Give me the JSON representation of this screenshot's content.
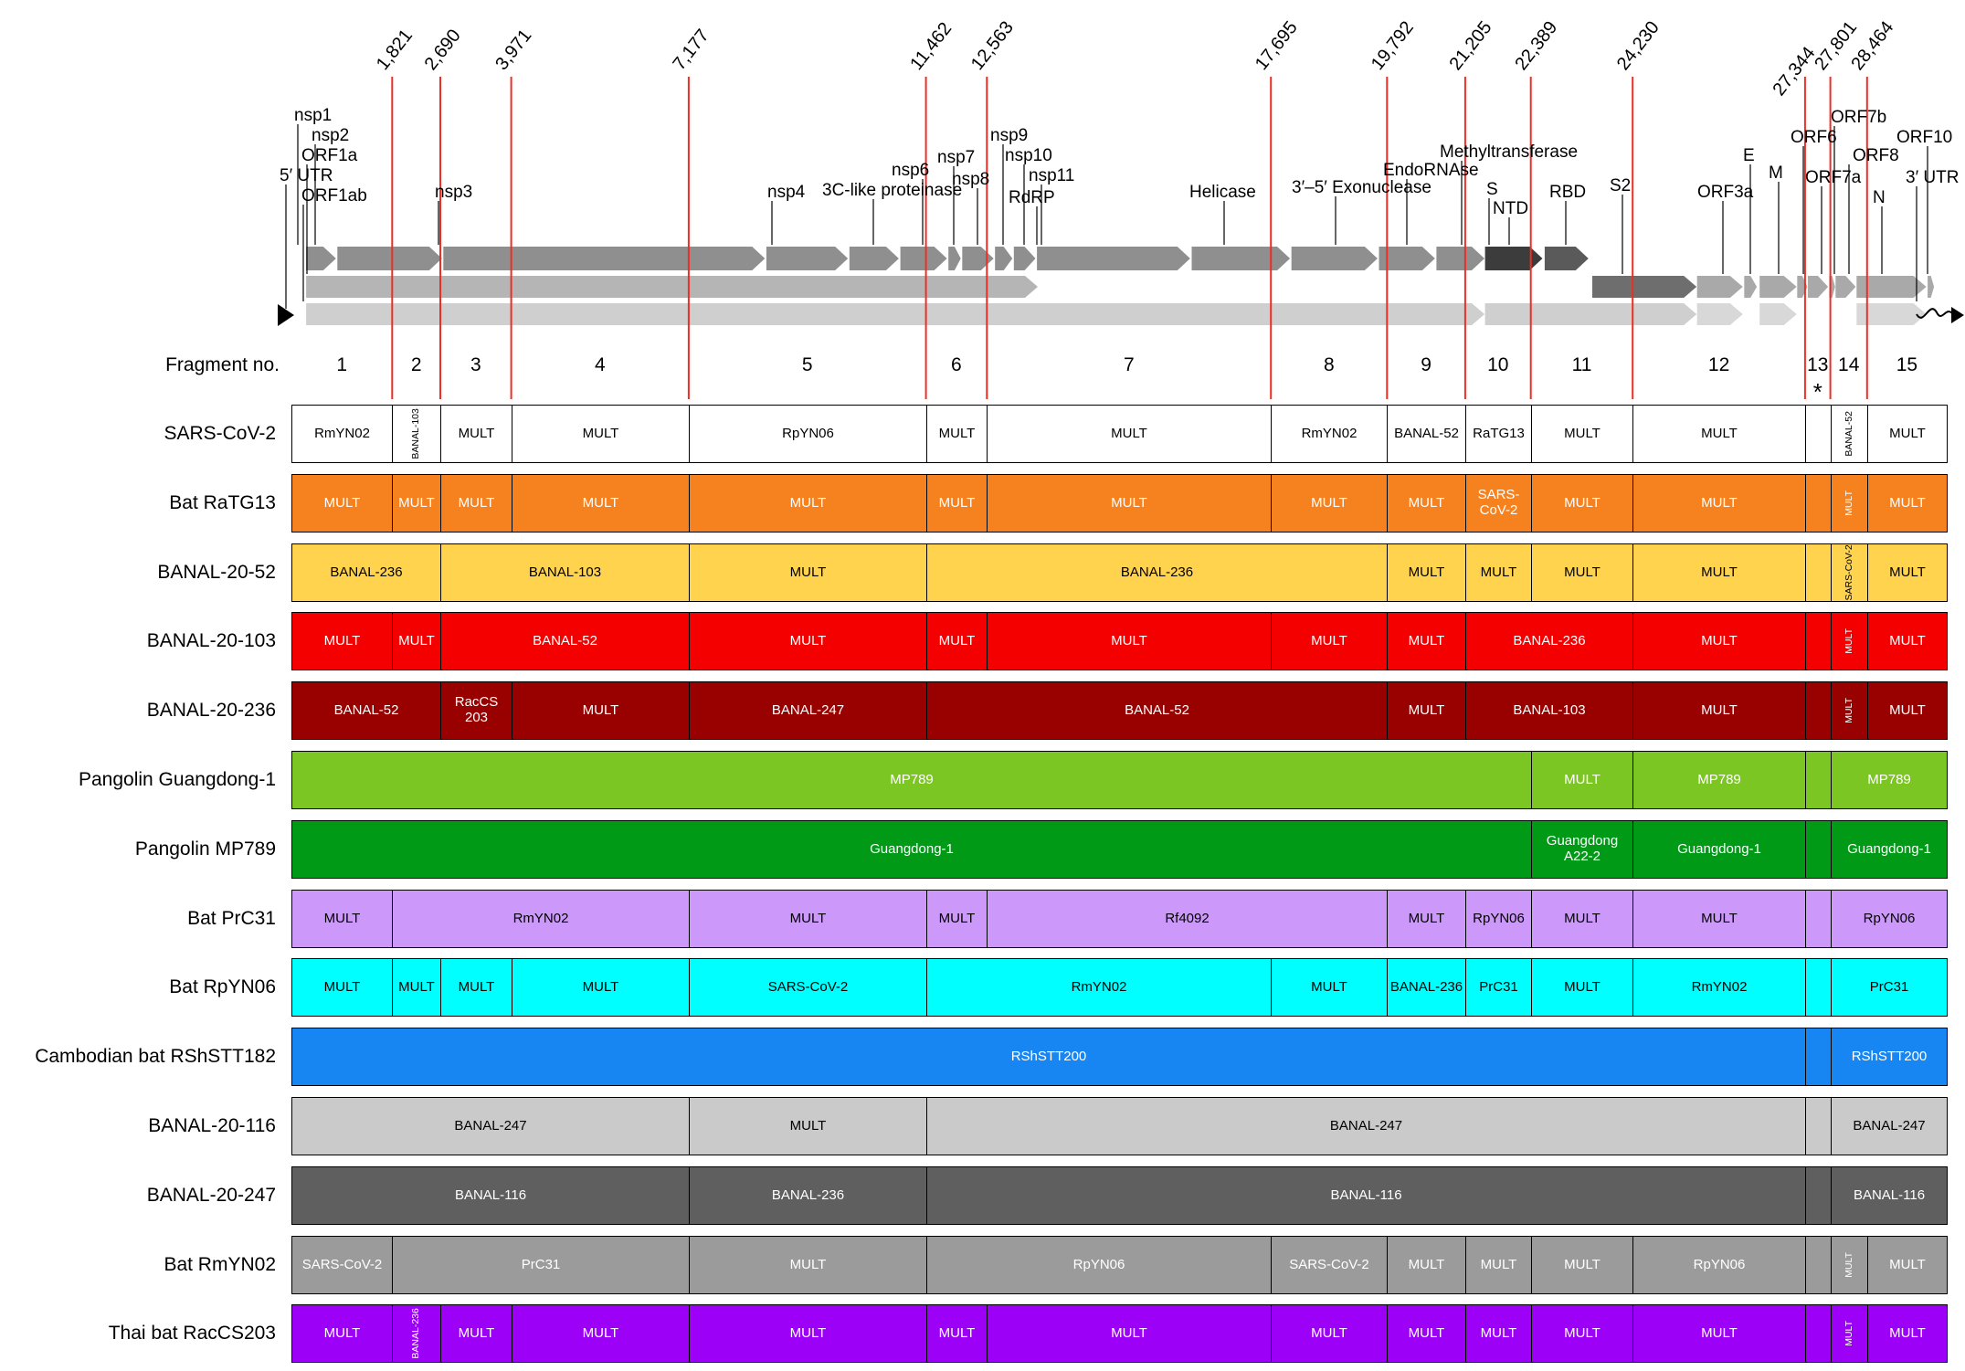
{
  "figure": {
    "fragment_row_label": "Fragment no.",
    "fragment_numbers": [
      "1",
      "2",
      "3",
      "4",
      "5",
      "6",
      "7",
      "8",
      "9",
      "10",
      "11",
      "12",
      "13",
      "14",
      "15"
    ],
    "asterisk": "*",
    "breakpoints": [
      "1,821",
      "2,690",
      "3,971",
      "7,177",
      "11,462",
      "12,563",
      "17,695",
      "19,792",
      "21,205",
      "22,389",
      "24,230",
      "27,344",
      "27,801",
      "28,464"
    ],
    "colors": {
      "breakpoint_line": "#ee2e24",
      "arrow_dark": "#8f8f8f",
      "arrow_mid": "#b5b5b5",
      "arrow_light": "#cfcfcf"
    },
    "genome_labels": [
      "nsp1",
      "nsp2",
      "ORF1a",
      "5′ UTR",
      "ORF1ab",
      "nsp3",
      "nsp4",
      "3C-like proteinase",
      "nsp6",
      "nsp7",
      "nsp8",
      "nsp9",
      "nsp10",
      "nsp11",
      "RdRP",
      "Helicase",
      "3′–5′ Exonuclease",
      "EndoRNAse",
      "Methyltransferase",
      "S",
      "NTD",
      "RBD",
      "S2",
      "ORF3a",
      "E",
      "M",
      "ORF6",
      "ORF7a",
      "ORF7b",
      "ORF8",
      "N",
      "ORF10",
      "3′ UTR"
    ],
    "rows": [
      {
        "label": "SARS-CoV-2",
        "bg": "#ffffff",
        "fg": "#000000",
        "cells": [
          {
            "t": "RmYN02",
            "a": 1,
            "b": 1
          },
          {
            "t": "BANAL-103",
            "a": 2,
            "b": 2,
            "r": 1
          },
          {
            "t": "MULT",
            "a": 3,
            "b": 3
          },
          {
            "t": "MULT",
            "a": 4,
            "b": 4
          },
          {
            "t": "RpYN06",
            "a": 5,
            "b": 5
          },
          {
            "t": "MULT",
            "a": 6,
            "b": 6
          },
          {
            "t": "MULT",
            "a": 7,
            "b": 7
          },
          {
            "t": "RmYN02",
            "a": 8,
            "b": 8
          },
          {
            "t": "BANAL-52",
            "a": 9,
            "b": 9
          },
          {
            "t": "RaTG13",
            "a": 10,
            "b": 10
          },
          {
            "t": "MULT",
            "a": 11,
            "b": 11
          },
          {
            "t": "MULT",
            "a": 12,
            "b": 12
          },
          {
            "t": "",
            "a": 13,
            "b": 13
          },
          {
            "t": "BANAL-52",
            "a": 14,
            "b": 14,
            "r": 1
          },
          {
            "t": "MULT",
            "a": 15,
            "b": 15
          }
        ]
      },
      {
        "label": "Bat RaTG13",
        "bg": "#f6821f",
        "fg": "#ffffff",
        "cells": [
          {
            "t": "MULT",
            "a": 1,
            "b": 1
          },
          {
            "t": "MULT",
            "a": 2,
            "b": 2
          },
          {
            "t": "MULT",
            "a": 3,
            "b": 3
          },
          {
            "t": "MULT",
            "a": 4,
            "b": 4
          },
          {
            "t": "MULT",
            "a": 5,
            "b": 5
          },
          {
            "t": "MULT",
            "a": 6,
            "b": 6
          },
          {
            "t": "MULT",
            "a": 7,
            "b": 7
          },
          {
            "t": "MULT",
            "a": 8,
            "b": 8
          },
          {
            "t": "MULT",
            "a": 9,
            "b": 9
          },
          {
            "t": "SARS-CoV-2",
            "a": 10,
            "b": 10
          },
          {
            "t": "MULT",
            "a": 11,
            "b": 11
          },
          {
            "t": "MULT",
            "a": 12,
            "b": 12
          },
          {
            "t": "",
            "a": 13,
            "b": 13
          },
          {
            "t": "MULT",
            "a": 14,
            "b": 14,
            "r": 1
          },
          {
            "t": "MULT",
            "a": 15,
            "b": 15
          }
        ]
      },
      {
        "label": "BANAL-20-52",
        "bg": "#ffd34d",
        "fg": "#000000",
        "cells": [
          {
            "t": "BANAL-236",
            "a": 1,
            "b": 2
          },
          {
            "t": "BANAL-103",
            "a": 3,
            "b": 4
          },
          {
            "t": "MULT",
            "a": 5,
            "b": 5
          },
          {
            "t": "BANAL-236",
            "a": 6,
            "b": 8
          },
          {
            "t": "MULT",
            "a": 9,
            "b": 9
          },
          {
            "t": "MULT",
            "a": 10,
            "b": 10
          },
          {
            "t": "MULT",
            "a": 11,
            "b": 11
          },
          {
            "t": "MULT",
            "a": 12,
            "b": 12
          },
          {
            "t": "",
            "a": 13,
            "b": 13
          },
          {
            "t": "SARS-CoV-2",
            "a": 14,
            "b": 14,
            "r": 1
          },
          {
            "t": "MULT",
            "a": 15,
            "b": 15
          }
        ]
      },
      {
        "label": "BANAL-20-103",
        "bg": "#f40000",
        "fg": "#ffffff",
        "cells": [
          {
            "t": "MULT",
            "a": 1,
            "b": 1
          },
          {
            "t": "MULT",
            "a": 2,
            "b": 2
          },
          {
            "t": "BANAL-52",
            "a": 3,
            "b": 4
          },
          {
            "t": "MULT",
            "a": 5,
            "b": 5
          },
          {
            "t": "MULT",
            "a": 6,
            "b": 6
          },
          {
            "t": "MULT",
            "a": 7,
            "b": 7
          },
          {
            "t": "MULT",
            "a": 8,
            "b": 8
          },
          {
            "t": "MULT",
            "a": 9,
            "b": 9
          },
          {
            "t": "BANAL-236",
            "a": 10,
            "b": 11
          },
          {
            "t": "MULT",
            "a": 12,
            "b": 12
          },
          {
            "t": "",
            "a": 13,
            "b": 13
          },
          {
            "t": "MULT",
            "a": 14,
            "b": 14,
            "r": 1
          },
          {
            "t": "MULT",
            "a": 15,
            "b": 15
          }
        ]
      },
      {
        "label": "BANAL-20-236",
        "bg": "#990000",
        "fg": "#ffffff",
        "cells": [
          {
            "t": "BANAL-52",
            "a": 1,
            "b": 2
          },
          {
            "t": "RacCS 203",
            "a": 3,
            "b": 3
          },
          {
            "t": "MULT",
            "a": 4,
            "b": 4
          },
          {
            "t": "BANAL-247",
            "a": 5,
            "b": 5
          },
          {
            "t": "BANAL-52",
            "a": 6,
            "b": 8
          },
          {
            "t": "MULT",
            "a": 9,
            "b": 9
          },
          {
            "t": "BANAL-103",
            "a": 10,
            "b": 11
          },
          {
            "t": "MULT",
            "a": 12,
            "b": 12
          },
          {
            "t": "",
            "a": 13,
            "b": 13
          },
          {
            "t": "MULT",
            "a": 14,
            "b": 14,
            "r": 1
          },
          {
            "t": "MULT",
            "a": 15,
            "b": 15
          }
        ]
      },
      {
        "label": "Pangolin Guangdong-1",
        "bg": "#7cc623",
        "fg": "#ffffff",
        "cells": [
          {
            "t": "MP789",
            "a": 1,
            "b": 10
          },
          {
            "t": "MULT",
            "a": 11,
            "b": 11
          },
          {
            "t": "MP789",
            "a": 12,
            "b": 12
          },
          {
            "t": "",
            "a": 13,
            "b": 13
          },
          {
            "t": "MP789",
            "a": 14,
            "b": 15
          }
        ]
      },
      {
        "label": "Pangolin MP789",
        "bg": "#009a17",
        "fg": "#ffffff",
        "cells": [
          {
            "t": "Guangdong-1",
            "a": 1,
            "b": 10
          },
          {
            "t": "Guangdong A22-2",
            "a": 11,
            "b": 11
          },
          {
            "t": "Guangdong-1",
            "a": 12,
            "b": 12
          },
          {
            "t": "",
            "a": 13,
            "b": 13
          },
          {
            "t": "Guangdong-1",
            "a": 14,
            "b": 15
          }
        ]
      },
      {
        "label": "Bat PrC31",
        "bg": "#cc99fb",
        "fg": "#000000",
        "cells": [
          {
            "t": "MULT",
            "a": 1,
            "b": 1
          },
          {
            "t": "RmYN02",
            "a": 2,
            "b": 4
          },
          {
            "t": "MULT",
            "a": 5,
            "b": 5
          },
          {
            "t": "MULT",
            "a": 6,
            "b": 6
          },
          {
            "t": "Rf4092",
            "a": 7,
            "b": 8
          },
          {
            "t": "MULT",
            "a": 9,
            "b": 9
          },
          {
            "t": "RpYN06",
            "a": 10,
            "b": 10
          },
          {
            "t": "MULT",
            "a": 11,
            "b": 11
          },
          {
            "t": "MULT",
            "a": 12,
            "b": 12
          },
          {
            "t": "",
            "a": 13,
            "b": 13
          },
          {
            "t": "RpYN06",
            "a": 14,
            "b": 15
          }
        ]
      },
      {
        "label": "Bat RpYN06",
        "bg": "#00ffff",
        "fg": "#000000",
        "cells": [
          {
            "t": "MULT",
            "a": 1,
            "b": 1
          },
          {
            "t": "MULT",
            "a": 2,
            "b": 2
          },
          {
            "t": "MULT",
            "a": 3,
            "b": 3
          },
          {
            "t": "MULT",
            "a": 4,
            "b": 4
          },
          {
            "t": "SARS-CoV-2",
            "a": 5,
            "b": 5
          },
          {
            "t": "RmYN02",
            "a": 6,
            "b": 7
          },
          {
            "t": "MULT",
            "a": 8,
            "b": 8
          },
          {
            "t": "BANAL-236",
            "a": 9,
            "b": 9
          },
          {
            "t": "PrC31",
            "a": 10,
            "b": 10
          },
          {
            "t": "MULT",
            "a": 11,
            "b": 11
          },
          {
            "t": "RmYN02",
            "a": 12,
            "b": 12
          },
          {
            "t": "",
            "a": 13,
            "b": 13
          },
          {
            "t": "PrC31",
            "a": 14,
            "b": 15
          }
        ]
      },
      {
        "label": "Cambodian bat RShSTT182",
        "bg": "#1786f2",
        "fg": "#ffffff",
        "cells": [
          {
            "t": "RShSTT200",
            "a": 1,
            "b": 12
          },
          {
            "t": "",
            "a": 13,
            "b": 13
          },
          {
            "t": "RShSTT200",
            "a": 14,
            "b": 15
          }
        ]
      },
      {
        "label": "BANAL-20-116",
        "bg": "#cacaca",
        "fg": "#000000",
        "cells": [
          {
            "t": "BANAL-247",
            "a": 1,
            "b": 4
          },
          {
            "t": "MULT",
            "a": 5,
            "b": 5
          },
          {
            "t": "BANAL-247",
            "a": 6,
            "b": 12
          },
          {
            "t": "",
            "a": 13,
            "b": 13
          },
          {
            "t": "BANAL-247",
            "a": 14,
            "b": 15
          }
        ]
      },
      {
        "label": "BANAL-20-247",
        "bg": "#5f5f5f",
        "fg": "#ffffff",
        "cells": [
          {
            "t": "BANAL-116",
            "a": 1,
            "b": 4
          },
          {
            "t": "BANAL-236",
            "a": 5,
            "b": 5
          },
          {
            "t": "BANAL-116",
            "a": 6,
            "b": 12
          },
          {
            "t": "",
            "a": 13,
            "b": 13
          },
          {
            "t": "BANAL-116",
            "a": 14,
            "b": 15
          }
        ]
      },
      {
        "label": "Bat RmYN02",
        "bg": "#9b9b9b",
        "fg": "#ffffff",
        "cells": [
          {
            "t": "SARS-CoV-2",
            "a": 1,
            "b": 1
          },
          {
            "t": "PrC31",
            "a": 2,
            "b": 4
          },
          {
            "t": "MULT",
            "a": 5,
            "b": 5
          },
          {
            "t": "RpYN06",
            "a": 6,
            "b": 7
          },
          {
            "t": "SARS-CoV-2",
            "a": 8,
            "b": 8
          },
          {
            "t": "MULT",
            "a": 9,
            "b": 9
          },
          {
            "t": "MULT",
            "a": 10,
            "b": 10
          },
          {
            "t": "MULT",
            "a": 11,
            "b": 11
          },
          {
            "t": "RpYN06",
            "a": 12,
            "b": 12
          },
          {
            "t": "",
            "a": 13,
            "b": 13
          },
          {
            "t": "MULT",
            "a": 14,
            "b": 14,
            "r": 1
          },
          {
            "t": "MULT",
            "a": 15,
            "b": 15
          }
        ]
      },
      {
        "label": "Thai bat RacCS203",
        "bg": "#9c00f7",
        "fg": "#ffffff",
        "cells": [
          {
            "t": "MULT",
            "a": 1,
            "b": 1
          },
          {
            "t": "BANAL-236",
            "a": 2,
            "b": 2,
            "r": 1
          },
          {
            "t": "MULT",
            "a": 3,
            "b": 3
          },
          {
            "t": "MULT",
            "a": 4,
            "b": 4
          },
          {
            "t": "MULT",
            "a": 5,
            "b": 5
          },
          {
            "t": "MULT",
            "a": 6,
            "b": 6
          },
          {
            "t": "MULT",
            "a": 7,
            "b": 7
          },
          {
            "t": "MULT",
            "a": 8,
            "b": 8
          },
          {
            "t": "MULT",
            "a": 9,
            "b": 9
          },
          {
            "t": "MULT",
            "a": 10,
            "b": 10
          },
          {
            "t": "MULT",
            "a": 11,
            "b": 11
          },
          {
            "t": "MULT",
            "a": 12,
            "b": 12
          },
          {
            "t": "",
            "a": 13,
            "b": 13
          },
          {
            "t": "MULT",
            "a": 14,
            "b": 14,
            "r": 1
          },
          {
            "t": "MULT",
            "a": 15,
            "b": 15
          }
        ]
      }
    ]
  }
}
